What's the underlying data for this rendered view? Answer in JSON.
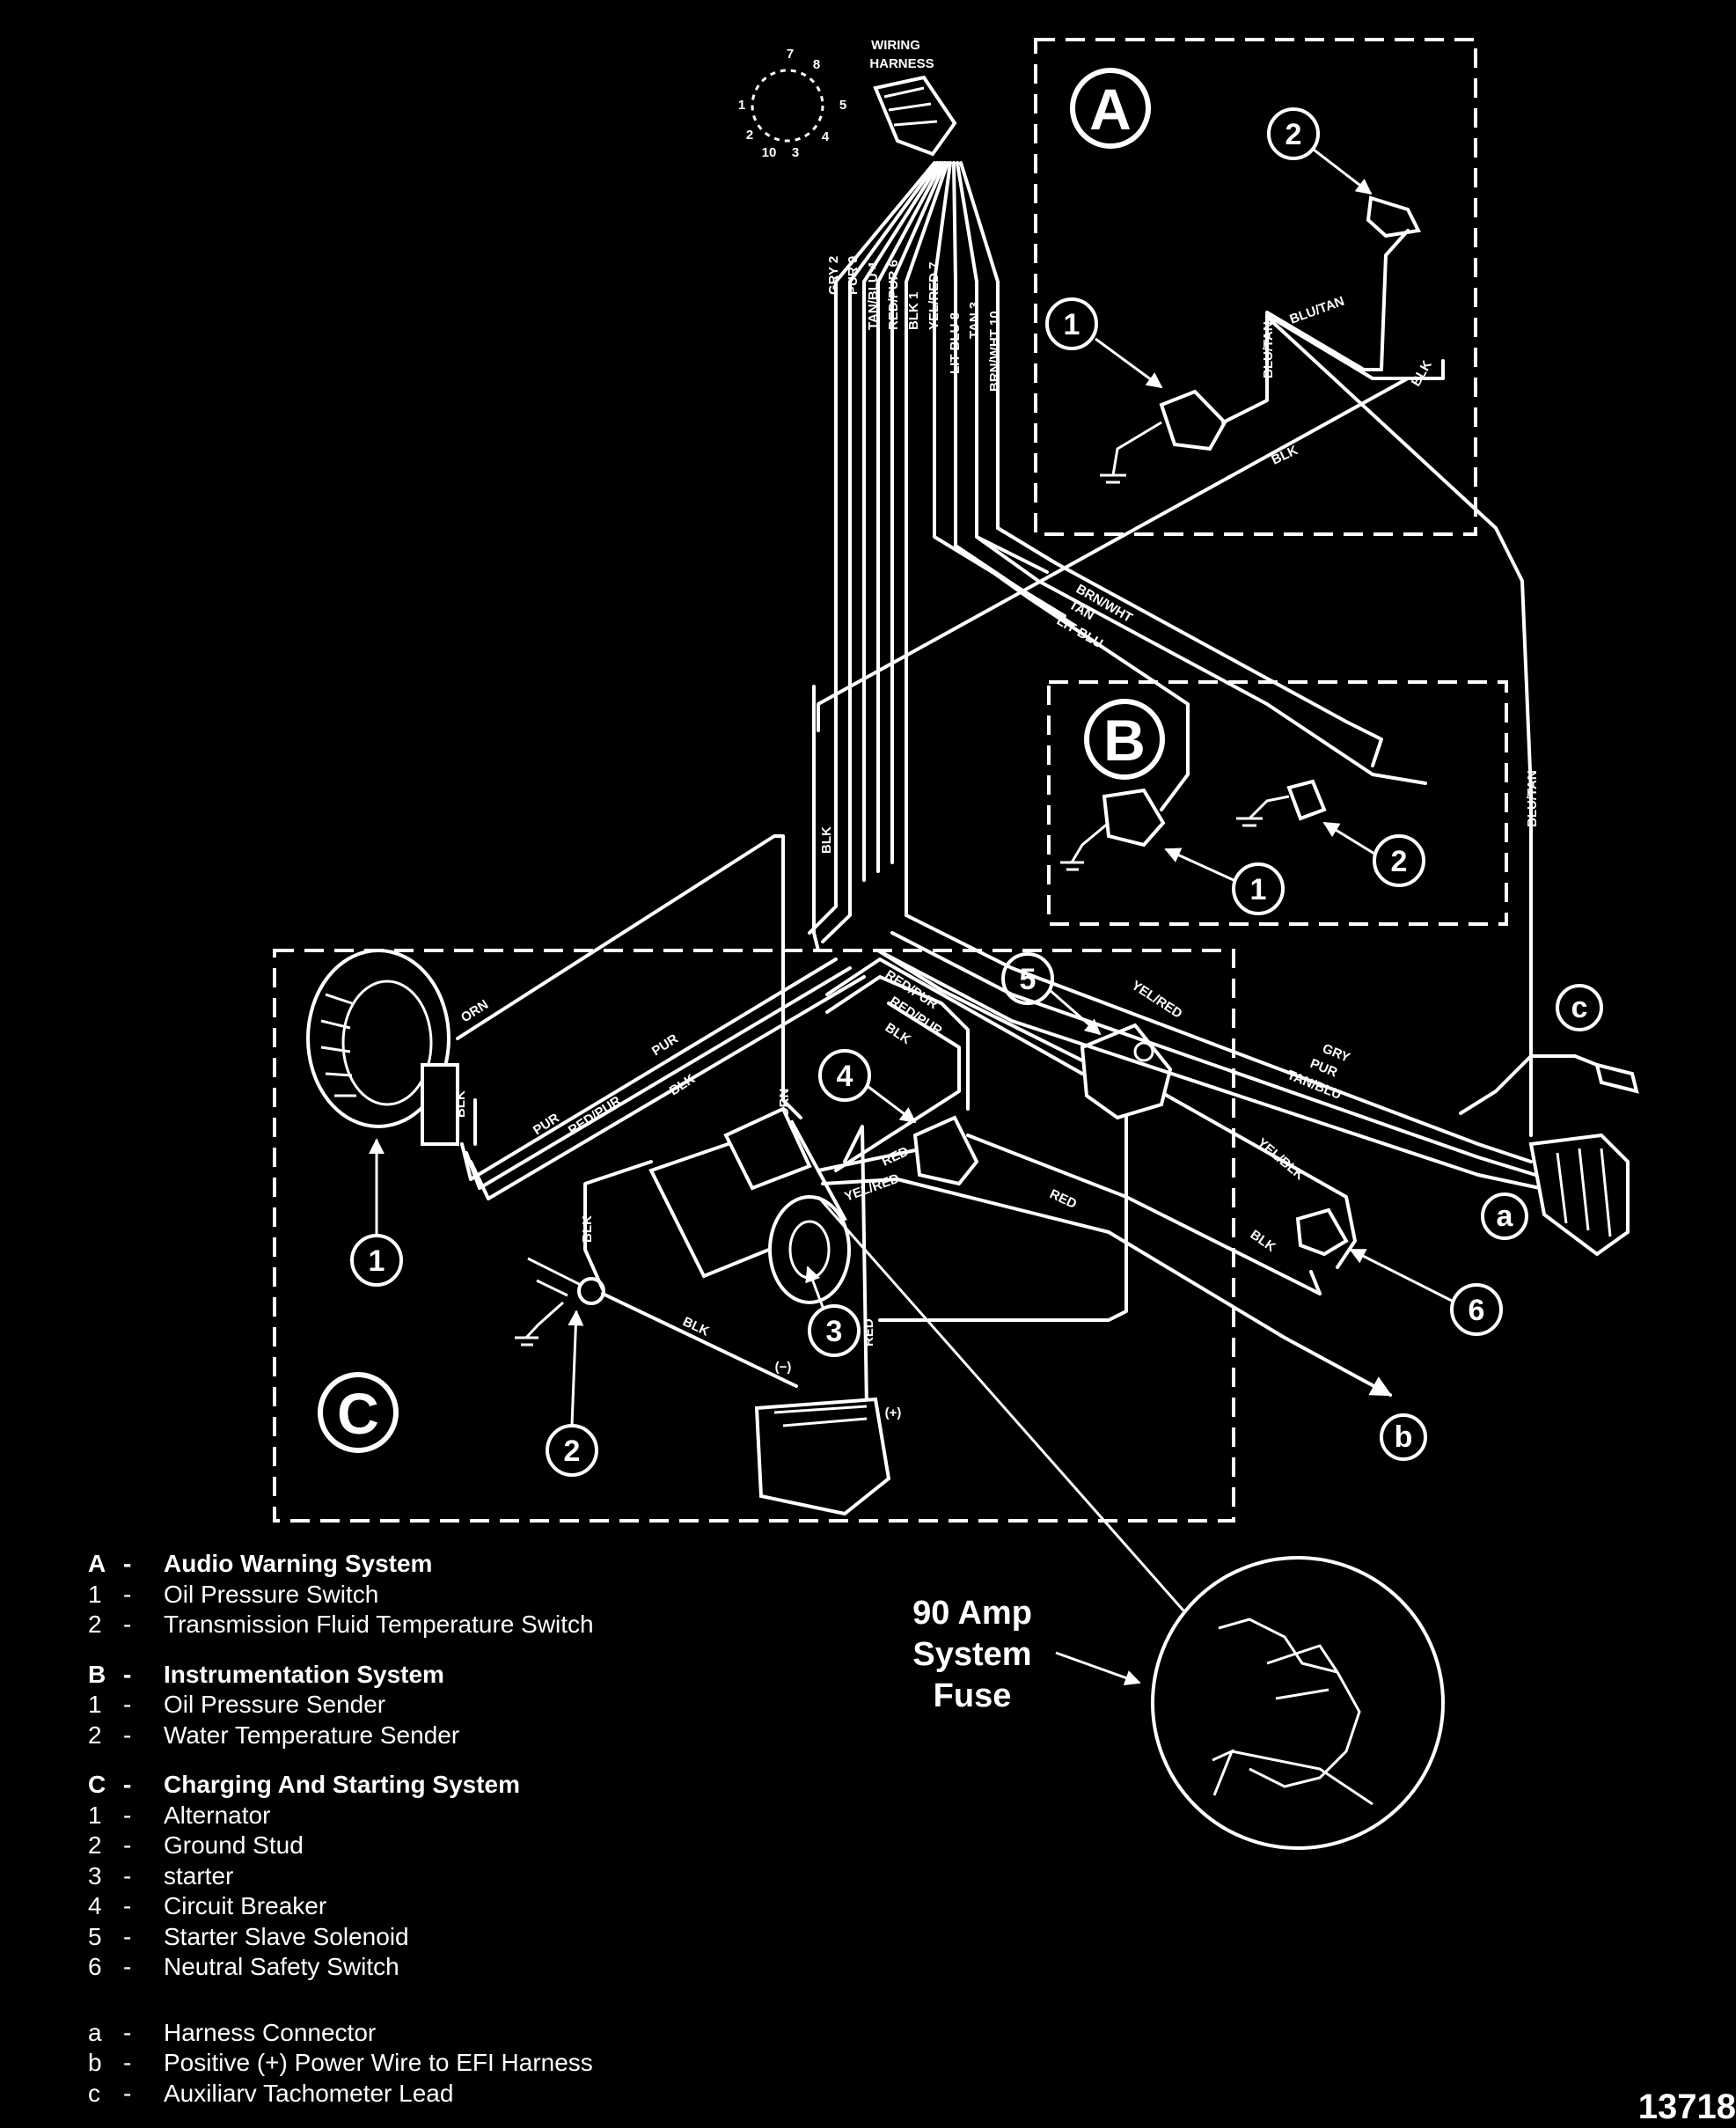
{
  "harness": {
    "title_line1": "WIRING",
    "title_line2": "HARNESS",
    "pins": [
      "7",
      "8",
      "1",
      "5",
      "2",
      "10",
      "3",
      "4"
    ],
    "wires": [
      "GRY 2",
      "PUR 9",
      "TAN/BLU 4",
      "RED/PUR 6",
      "BLK 1",
      "YEL/RED 7",
      "LIT BLU 8",
      "TAN 3",
      "BRN/WHT 10"
    ]
  },
  "sections": {
    "a": "A",
    "b": "B",
    "c": "C"
  },
  "wire_labels": {
    "blu_tan_1": "BLU/TAN",
    "blu_tan_2": "BLU/TAN",
    "blu_tan_3": "BLU/TAN",
    "blk_a1": "BLK",
    "blk_a2": "BLK",
    "brn_wht": "BRN/WHT",
    "tan": "TAN",
    "lit_blu": "LIT BLU",
    "blk_mid": "BLK",
    "orn_1": "ORN",
    "orn_2": "ORN",
    "pur_1": "PUR",
    "pur_2": "PUR",
    "pur_3": "PUR",
    "red_pur_1": "RED/PUR",
    "red_pur_2": "RED/PUR",
    "red_pur_3": "RED/PUR",
    "blk_c1": "BLK",
    "blk_c2": "BLK",
    "blk_c3": "BLK",
    "blk_c4": "BLK",
    "blk_c5": "BLK",
    "yel_red_1": "YEL/RED",
    "yel_red_2": "YEL/RED",
    "yel_blk": "YEL/BLK",
    "red_1": "RED",
    "red_2": "RED",
    "red_3": "RED",
    "gry": "GRY",
    "tan_blu": "TAN/BLU",
    "blk_alt": "BLK"
  },
  "callouts": {
    "a1": "1",
    "a2": "2",
    "b1": "1",
    "b2": "2",
    "c1": "1",
    "c2": "2",
    "c3": "3",
    "c4": "4",
    "c5": "5",
    "c6": "6",
    "a": "a",
    "b": "b",
    "c": "c"
  },
  "battery": {
    "neg": "(−)",
    "pos": "(+)"
  },
  "fuse_label": {
    "line1": "90 Amp",
    "line2": "System",
    "line3": "Fuse"
  },
  "legend": {
    "groups": [
      {
        "items": [
          {
            "key": "A",
            "text": "Audio Warning System",
            "head": true
          },
          {
            "key": "1",
            "text": "Oil Pressure Switch"
          },
          {
            "key": "2",
            "text": "Transmission Fluid Temperature Switch"
          }
        ]
      },
      {
        "items": [
          {
            "key": "B",
            "text": "Instrumentation System",
            "head": true
          },
          {
            "key": "1",
            "text": "Oil Pressure Sender"
          },
          {
            "key": "2",
            "text": "Water Temperature Sender"
          }
        ]
      },
      {
        "items": [
          {
            "key": "C",
            "text": "Charging And Starting System",
            "head": true
          },
          {
            "key": "1",
            "text": "Alternator"
          },
          {
            "key": "2",
            "text": "Ground Stud"
          },
          {
            "key": "3",
            "text": "starter"
          },
          {
            "key": "4",
            "text": "Circuit Breaker"
          },
          {
            "key": "5",
            "text": "Starter Slave Solenoid"
          },
          {
            "key": "6",
            "text": "Neutral Safety Switch"
          }
        ]
      },
      {
        "items": [
          {
            "key": "a",
            "text": "Harness Connector"
          },
          {
            "key": "b",
            "text": "Positive (+) Power Wire to EFI Harness"
          },
          {
            "key": "c",
            "text": "Auxiliarv Tachometer Lead"
          }
        ]
      }
    ],
    "dash": "-"
  },
  "figure_number": "13718"
}
